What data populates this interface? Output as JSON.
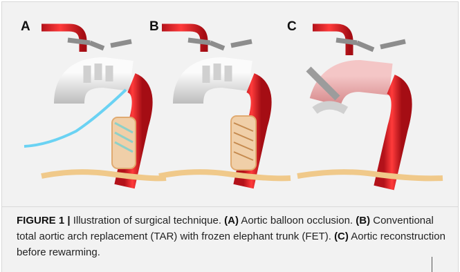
{
  "figure": {
    "panels": [
      {
        "letter": "A"
      },
      {
        "letter": "B"
      },
      {
        "letter": "C"
      }
    ]
  },
  "caption": {
    "label": "FIGURE 1 |",
    "intro": " Illustration of surgical technique. ",
    "a_tag": "(A)",
    "a_text": " Aortic balloon occlusion. ",
    "b_tag": "(B)",
    "b_text": " Conventional total aortic arch replacement (TAR) with frozen elephant trunk (FET). ",
    "c_tag": "(C)",
    "c_text": " Aortic reconstruction before rewarming."
  }
}
